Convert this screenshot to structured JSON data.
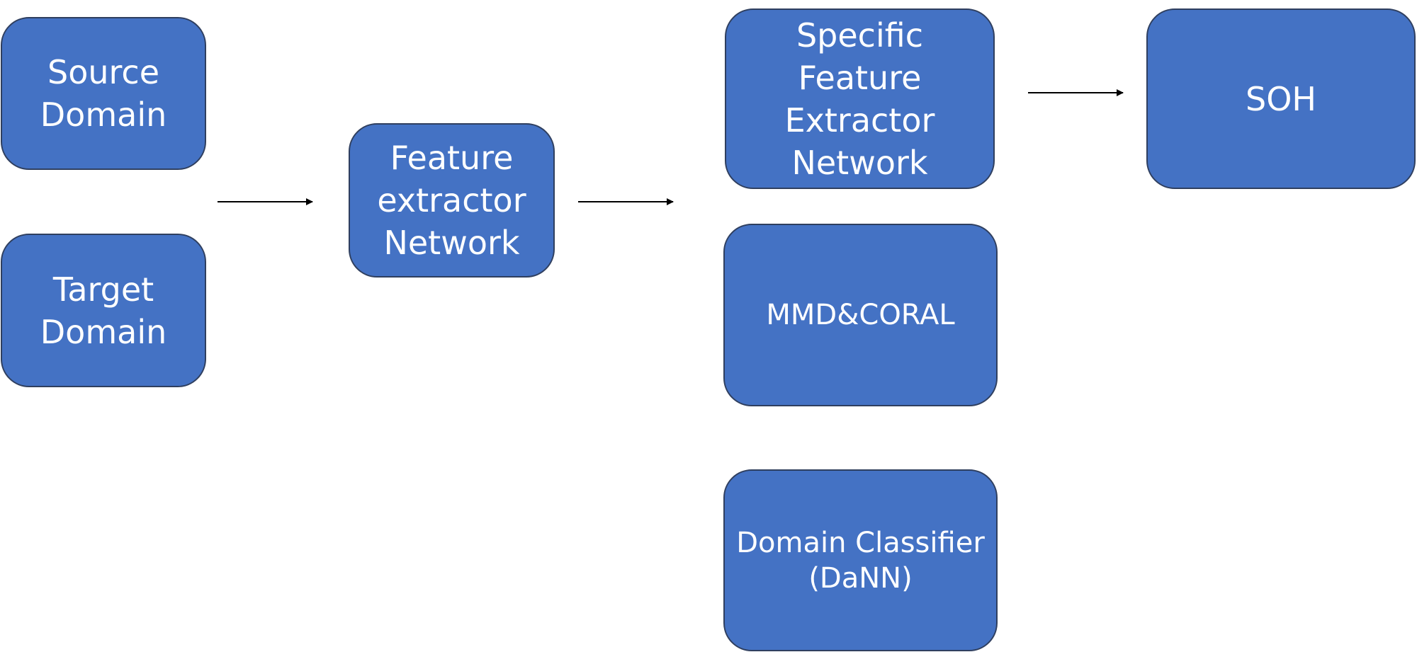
{
  "diagram": {
    "nodes": {
      "source_domain": "Source\nDomain",
      "target_domain": "Target\nDomain",
      "feature_extractor": "Feature\nextractor\nNetwork",
      "specific_feature_extractor": "Specific\nFeature\nExtractor\nNetwork",
      "soh": "SOH",
      "mmd_coral": "MMD&CORAL",
      "domain_classifier": "Domain Classifier\n(DaNN)"
    },
    "colors": {
      "node_fill": "#4472C4",
      "node_border": "#2F3F5F",
      "node_text": "#FFFFFF",
      "arrow": "#000000"
    }
  }
}
